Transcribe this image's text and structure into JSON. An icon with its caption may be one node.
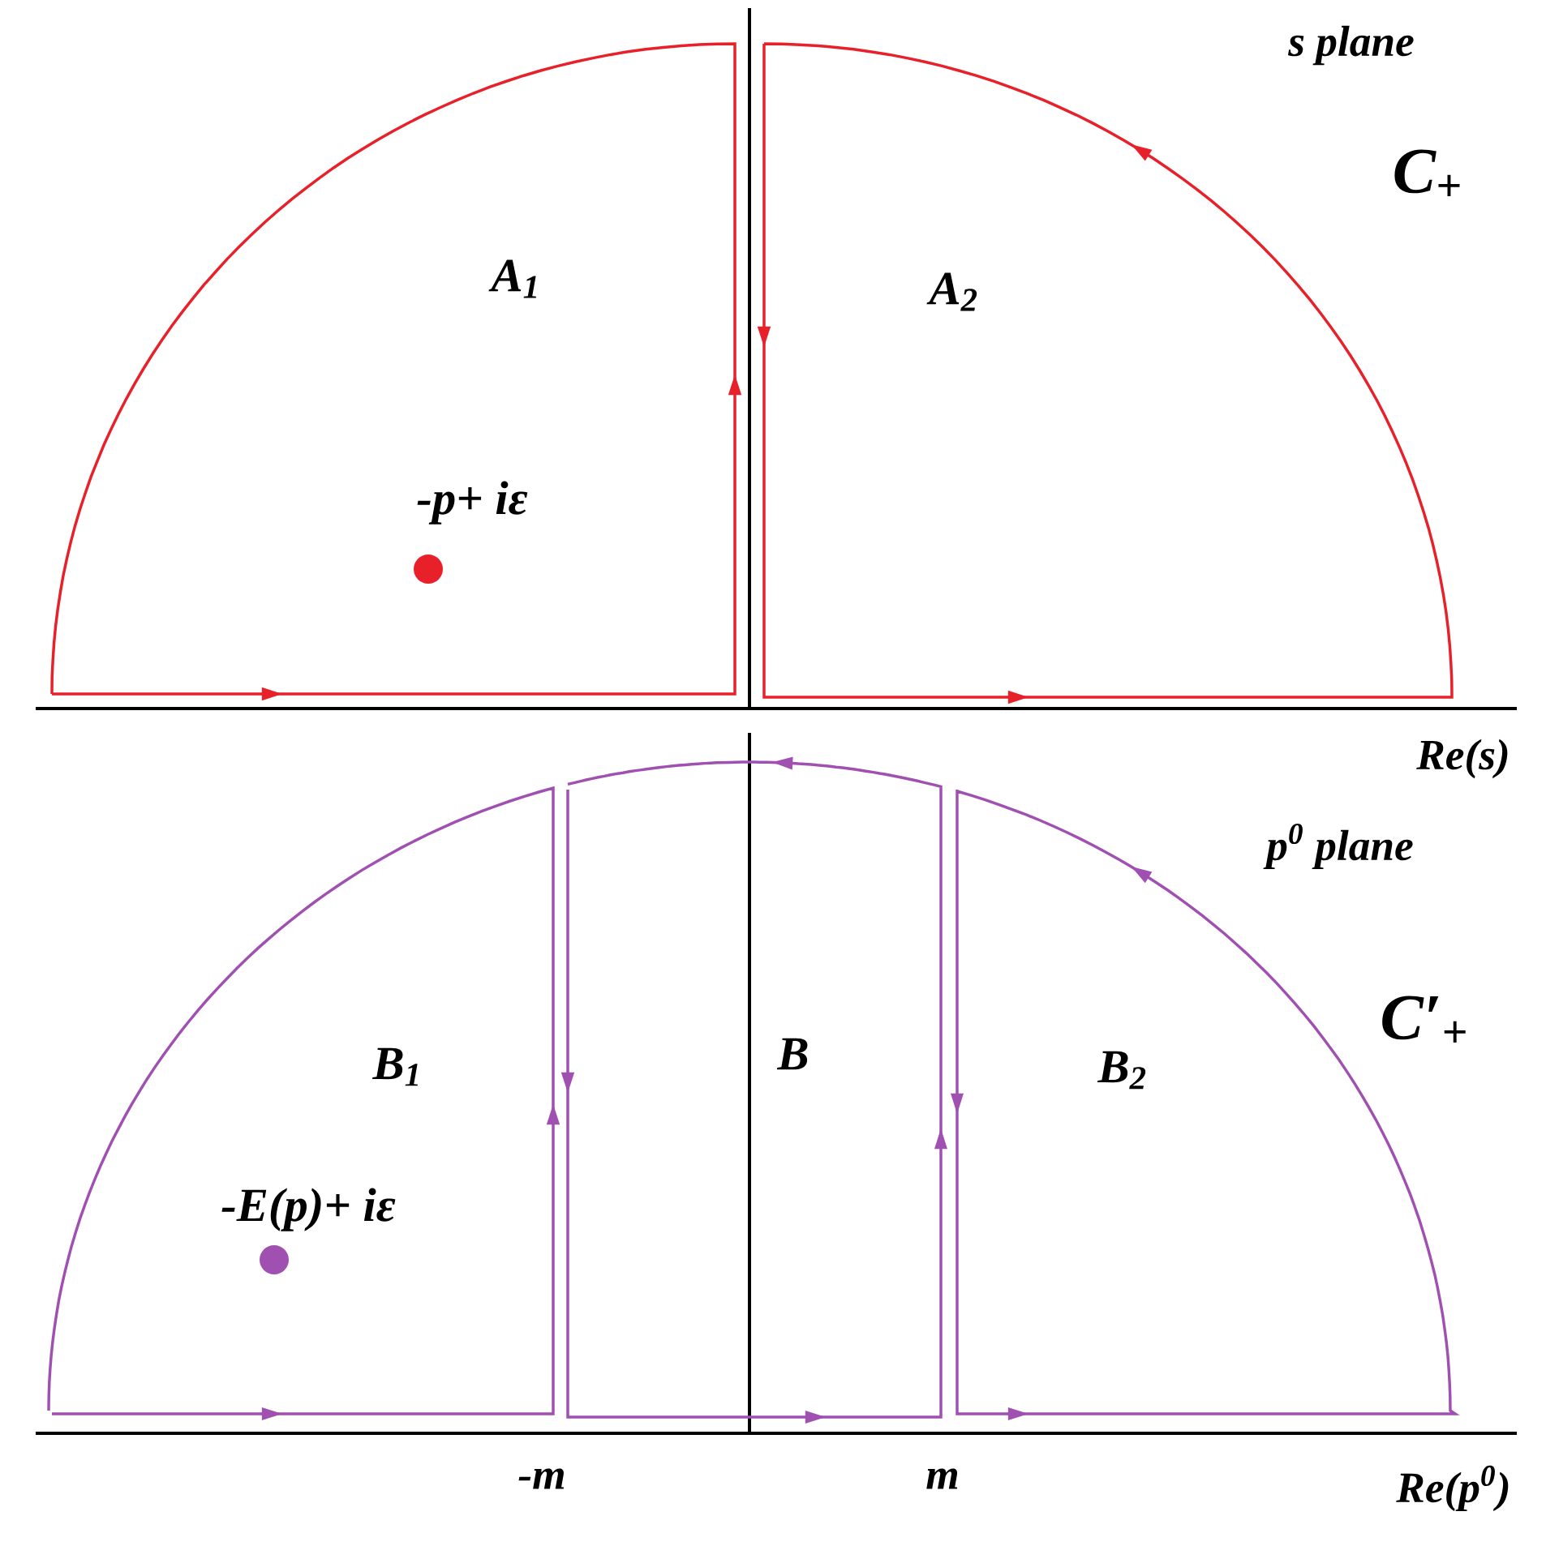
{
  "diagram": {
    "labels": [
      "s plane",
      "C$_{+}$",
      "A$_{1}$",
      "A$_{2}$",
      "-p+ iε",
      "Re(s)",
      "p$^{0}$ plane",
      "C′$_{+}$",
      "B$_{1}$",
      "B",
      "B$_{2}$",
      "-E(p)+ iε",
      "-m",
      "m",
      "Re(p$^{0}$)"
    ]
  }
}
